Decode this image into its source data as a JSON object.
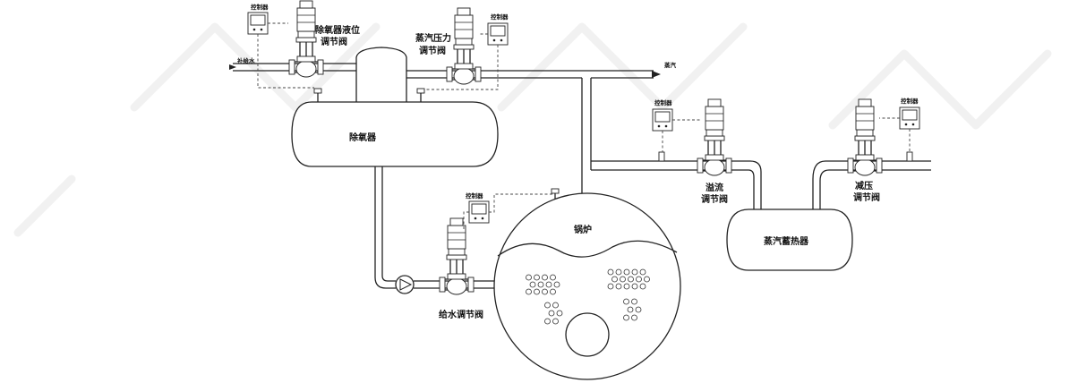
{
  "labels": {
    "deaerator": "除氧器",
    "deaerator_level_valve": [
      "除氧器液位",
      "调节阀"
    ],
    "steam_pressure_valve": [
      "蒸汽压力",
      "调节阀"
    ],
    "makeup_water": "补给水",
    "steam": "蒸汽",
    "boiler": "锅炉",
    "feedwater_valve": "给水调节阀",
    "overflow_valve": [
      "溢流",
      "调节阀"
    ],
    "reducing_valve": [
      "减压",
      "调节阀"
    ],
    "steam_accumulator": "蒸汽蓄热器"
  },
  "controller_label": "控制器",
  "icons": [
    "controller-box-icon",
    "control-valve-icon",
    "pump-icon",
    "arrow-icon",
    "boiler-bubble-icon"
  ],
  "colors": {
    "line": "#222222",
    "signal": "#444444",
    "background": "#ffffff",
    "watermark": "#f1f1f1"
  }
}
